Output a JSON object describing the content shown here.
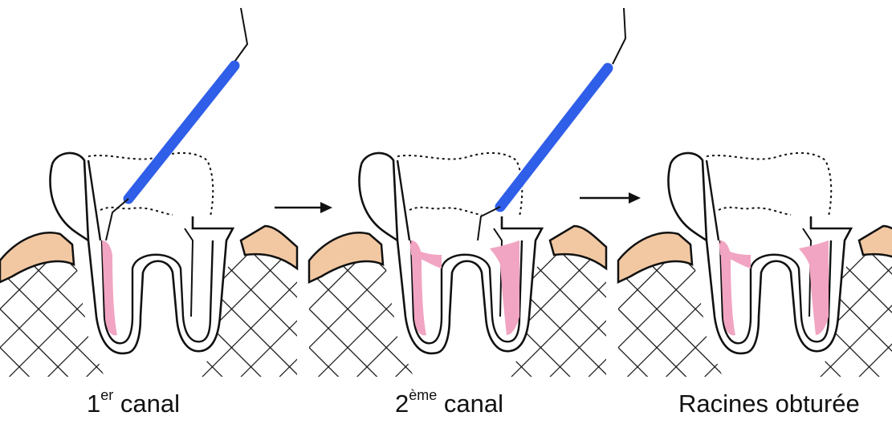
{
  "panels": [
    {
      "caption_prefix": "1",
      "caption_sup": "er",
      "caption_text": " canal",
      "instrument": true,
      "filled_canals": [
        "left"
      ]
    },
    {
      "caption_prefix": "2",
      "caption_sup": "ème",
      "caption_text": " canal",
      "instrument": true,
      "filled_canals": [
        "left",
        "right"
      ]
    },
    {
      "caption_prefix": "",
      "caption_sup": "",
      "caption_text": "Racines obturée",
      "instrument": false,
      "filled_canals": [
        "left",
        "right"
      ]
    }
  ],
  "colors": {
    "gum": "#f2c8a2",
    "filling": "#f1a5c2",
    "instrument": "#2f5ee8",
    "line": "#111111"
  },
  "arrow_icon": "right-arrow-icon"
}
